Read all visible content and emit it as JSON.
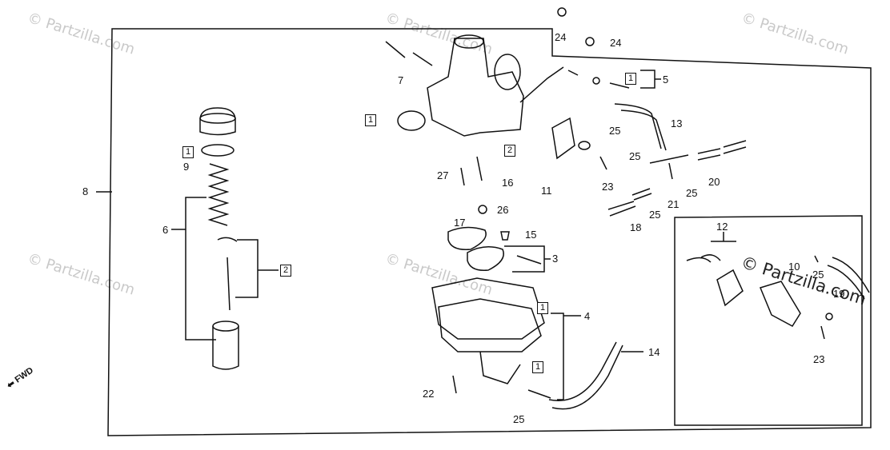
{
  "watermark": "© Partzilla.com",
  "fwd_label": "FWD",
  "callouts": [
    "1",
    "2",
    "3",
    "4",
    "5",
    "6",
    "7",
    "8",
    "9",
    "10",
    "11",
    "12",
    "13",
    "14",
    "15",
    "16",
    "17",
    "18",
    "19",
    "20",
    "21",
    "22",
    "23",
    "24",
    "25",
    "26",
    "27"
  ],
  "boxed_refs": [
    "1",
    "2"
  ]
}
